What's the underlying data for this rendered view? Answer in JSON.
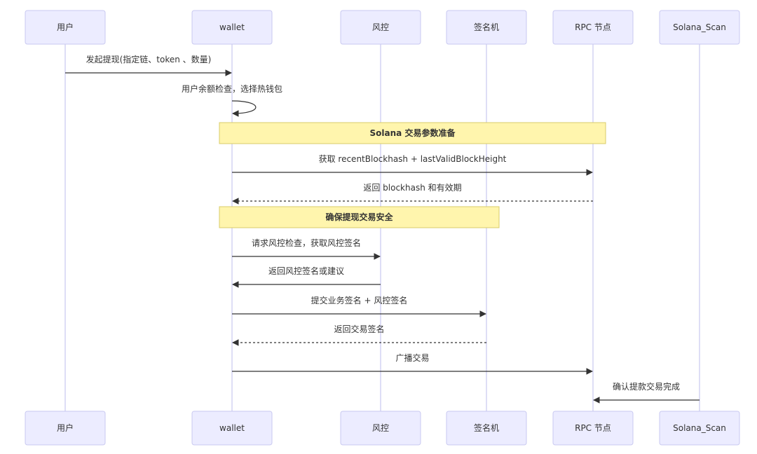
{
  "participants": [
    {
      "id": "user",
      "label": "用户"
    },
    {
      "id": "wallet",
      "label": "wallet"
    },
    {
      "id": "risk",
      "label": "风控"
    },
    {
      "id": "signer",
      "label": "签名机"
    },
    {
      "id": "rpc",
      "label": "RPC 节点"
    },
    {
      "id": "scan",
      "label": "Solana_Scan"
    }
  ],
  "steps": [
    {
      "kind": "message",
      "from": "user",
      "to": "wallet",
      "text": "发起提现(指定链、token 、数量)",
      "style": "solid"
    },
    {
      "kind": "self",
      "at": "wallet",
      "text": "用户余额检查，选择热钱包"
    },
    {
      "kind": "note",
      "from": "wallet",
      "to": "rpc",
      "text": "Solana 交易参数准备"
    },
    {
      "kind": "message",
      "from": "wallet",
      "to": "rpc",
      "text": "获取 recentBlockhash + lastValidBlockHeight",
      "style": "solid"
    },
    {
      "kind": "message",
      "from": "rpc",
      "to": "wallet",
      "text": "返回 blockhash 和有效期",
      "style": "dashed"
    },
    {
      "kind": "note",
      "from": "wallet",
      "to": "signer",
      "text": "确保提现交易安全"
    },
    {
      "kind": "message",
      "from": "wallet",
      "to": "risk",
      "text": "请求风控检查，获取风控签名",
      "style": "solid"
    },
    {
      "kind": "message",
      "from": "risk",
      "to": "wallet",
      "text": "返回风控签名或建议",
      "style": "solid"
    },
    {
      "kind": "message",
      "from": "wallet",
      "to": "signer",
      "text": "提交业务签名 + 风控签名",
      "style": "solid"
    },
    {
      "kind": "message",
      "from": "signer",
      "to": "wallet",
      "text": "返回交易签名",
      "style": "dashed"
    },
    {
      "kind": "message",
      "from": "wallet",
      "to": "rpc",
      "text": "广播交易",
      "style": "solid"
    },
    {
      "kind": "message",
      "from": "scan",
      "to": "rpc",
      "text": "确认提款交易完成",
      "style": "solid"
    }
  ]
}
